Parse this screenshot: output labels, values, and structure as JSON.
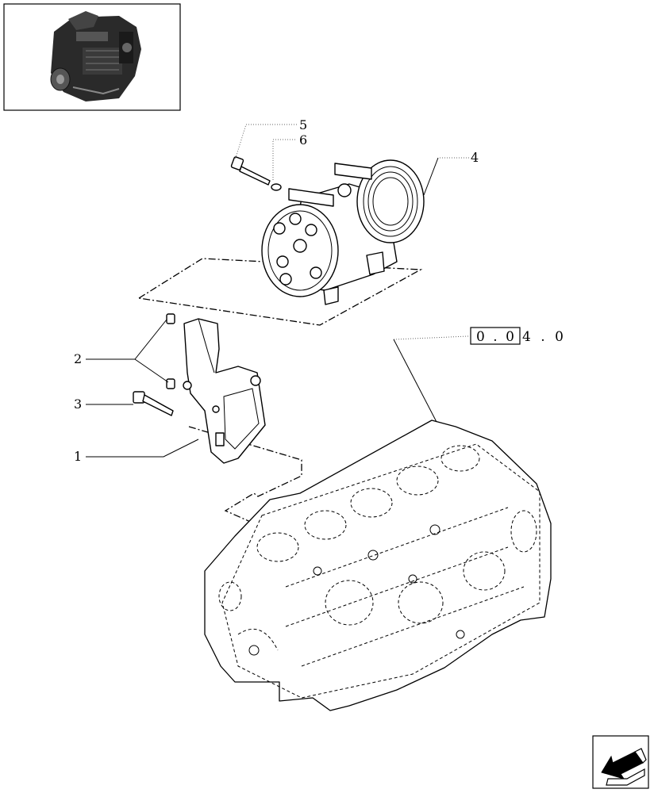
{
  "diagram": {
    "callouts": [
      {
        "id": "1",
        "label": "1"
      },
      {
        "id": "2",
        "label": "2"
      },
      {
        "id": "3",
        "label": "3"
      },
      {
        "id": "4",
        "label": "4"
      },
      {
        "id": "5",
        "label": "5"
      },
      {
        "id": "6",
        "label": "6"
      }
    ],
    "reference": {
      "boxed": "0 . 0",
      "suffix": "4 . 0"
    },
    "icons": {
      "thumbnail": "engine-thumbnail-icon",
      "navigation": "previous-page-arrow-icon"
    }
  }
}
